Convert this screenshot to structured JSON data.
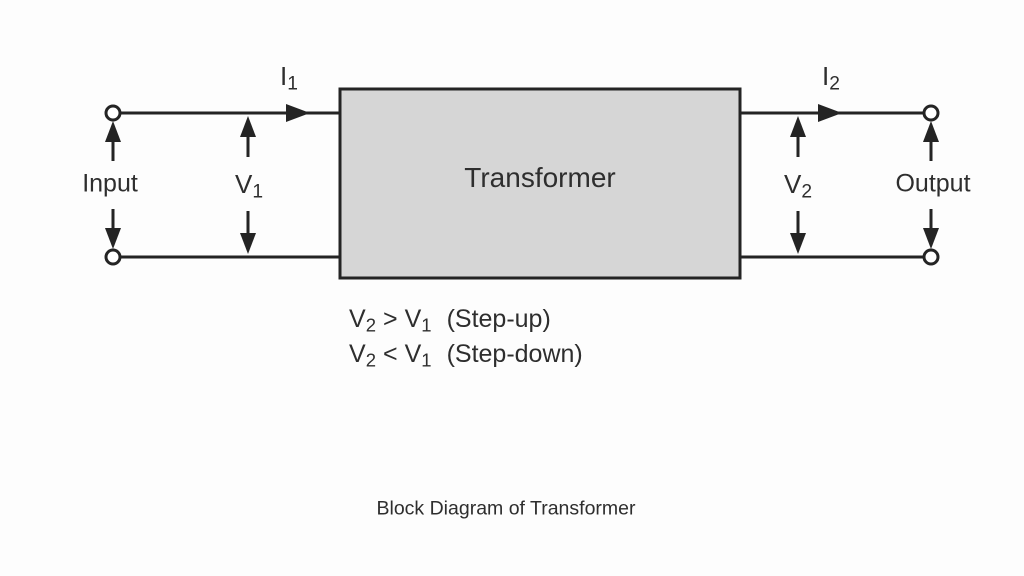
{
  "colors": {
    "background": "#fdfdfd",
    "stroke": "#242424",
    "box_fill": "#d6d6d6",
    "text": "#2e2e2e"
  },
  "labels": {
    "i1": {
      "base": "I",
      "sub": "1"
    },
    "i2": {
      "base": "I",
      "sub": "2"
    },
    "v1": {
      "base": "V",
      "sub": "1"
    },
    "v2": {
      "base": "V",
      "sub": "2"
    },
    "input": "Input",
    "output": "Output",
    "box": "Transformer"
  },
  "equations": {
    "step_up": {
      "lhs_base": "V",
      "lhs_sub": "2",
      "op": ">",
      "rhs_base": "V",
      "rhs_sub": "1",
      "note": "(Step-up)"
    },
    "step_down": {
      "lhs_base": "V",
      "lhs_sub": "2",
      "op": "<",
      "rhs_base": "V",
      "rhs_sub": "1",
      "note": "(Step-down)"
    }
  },
  "caption": "Block Diagram of Transformer"
}
